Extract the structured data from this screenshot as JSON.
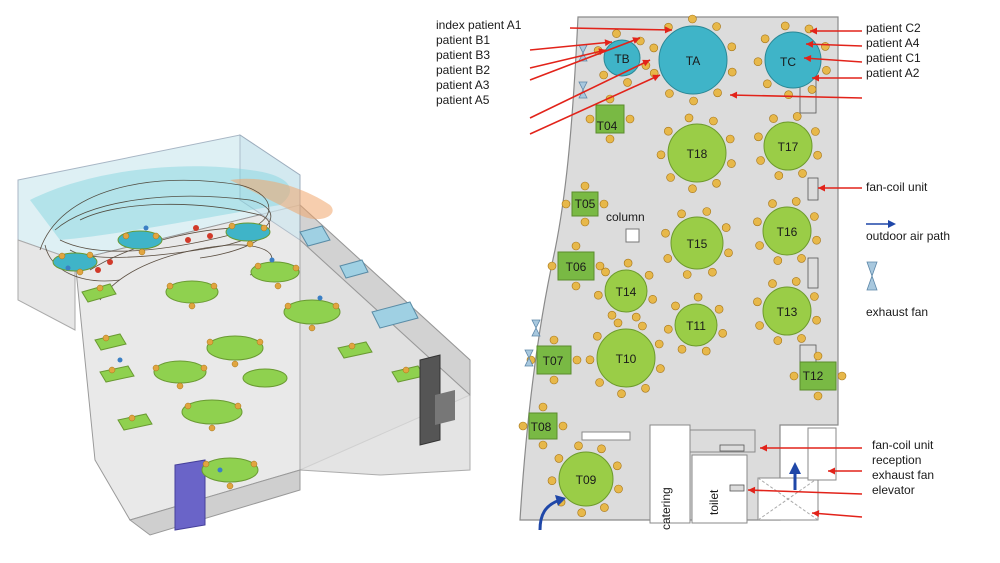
{
  "colors": {
    "round_table": "#9acd47",
    "rect_table": "#79b944",
    "patient_table": "#3fb4c8",
    "room_fill": "#dcdcdc",
    "room_stroke": "#8a8a8a",
    "arrow_red": "#e2231a",
    "air_blue": "#1f47a8",
    "fan_blue": "#7aa7c7",
    "chair": "#e7b84a"
  },
  "icons": {
    "exhaust_fan": "hourglass-fan-icon",
    "outdoor_air": "blue-arrow-icon"
  },
  "patient_labels": {
    "a1": "index patient A1",
    "b1": "patient B1",
    "b3": "patient B3",
    "b2": "patient B2",
    "a3": "patient A3",
    "a5": "patient A5",
    "c2": "patient C2",
    "a4": "patient A4",
    "c1": "patient C1",
    "a2": "patient A2"
  },
  "tables": {
    "ta": "TA",
    "tb": "TB",
    "tc": "TC",
    "t04": "T04",
    "t05": "T05",
    "t06": "T06",
    "t07": "T07",
    "t08": "T08",
    "t09": "T09",
    "t10": "T10",
    "t11": "T11",
    "t12": "T12",
    "t13": "T13",
    "t14": "T14",
    "t15": "T15",
    "t16": "T16",
    "t17": "T17",
    "t18": "T18"
  },
  "legend": {
    "fan_coil_unit": "fan-coil unit",
    "outdoor_air_path": "outdoor air path",
    "exhaust_fan": "exhaust fan"
  },
  "bottom_labels": {
    "fan_coil_unit": "fan-coil unit",
    "reception": "reception",
    "exhaust_fan": "exhaust fan",
    "elevator": "elevator"
  },
  "rooms": {
    "column": "column",
    "catering": "catering",
    "toilet": "toilet"
  }
}
